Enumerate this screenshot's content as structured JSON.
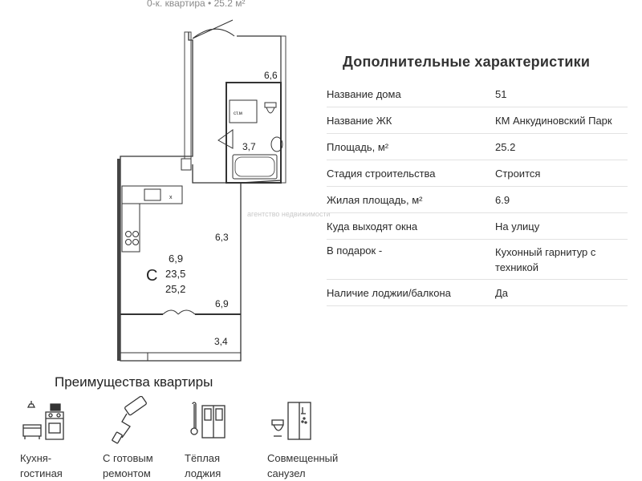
{
  "header": {
    "caption": "0-к. квартира • 25.2 м²"
  },
  "plan": {
    "room_letter": "С",
    "living_area": "6,9",
    "total_rooms_area": "23,5",
    "total_area": "25,2",
    "corridor_area": "6,6",
    "bathroom_area": "3,7",
    "kitchen_area": "6,3",
    "room_area": "6,9",
    "loggia_area": "3,4",
    "washer_label": "ст.м",
    "sink_mark": "x"
  },
  "watermark": "агентство недвижимости",
  "characteristics": {
    "title": "Дополнительные характеристики",
    "rows": [
      {
        "key": "Название дома",
        "value": "51"
      },
      {
        "key": "Название ЖК",
        "value": "КМ Анкудиновский Парк"
      },
      {
        "key": "Площадь, м²",
        "value": "25.2"
      },
      {
        "key": "Стадия строительства",
        "value": "Строится"
      },
      {
        "key": "Жилая площадь, м²",
        "value": "6.9"
      },
      {
        "key": "Куда выходят окна",
        "value": "На улицу"
      },
      {
        "key": "В подарок -",
        "value": "Кухонный гарнитур с техникой"
      },
      {
        "key": "Наличие лоджии/балкона",
        "value": "Да"
      }
    ]
  },
  "benefits": {
    "title": "Преимущества квартиры",
    "items": [
      {
        "icon": "kitchen-living-icon",
        "label": "Кухня-\nгостиная"
      },
      {
        "icon": "paint-roller-icon",
        "label": "С готовым\nремонтом"
      },
      {
        "icon": "thermometer-window-icon",
        "label": "Тёплая\nлоджия"
      },
      {
        "icon": "bathroom-icon",
        "label": "Совмещенный\nсанузел"
      }
    ]
  }
}
